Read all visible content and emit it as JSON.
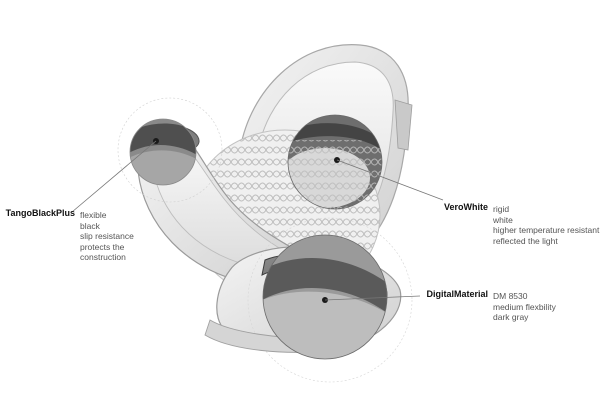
{
  "materials": [
    {
      "name": "TangoBlackPlus",
      "properties": [
        "flexible",
        "black",
        "slip resistance",
        "protects the",
        "construction"
      ]
    },
    {
      "name": "VeroWhite",
      "properties": [
        "rigid",
        "white",
        "higher temperature resistant",
        "reflected the light"
      ]
    },
    {
      "name": "DigitalMaterial",
      "properties": [
        "DM 8530",
        "medium flexbility",
        "dark gray"
      ]
    }
  ]
}
